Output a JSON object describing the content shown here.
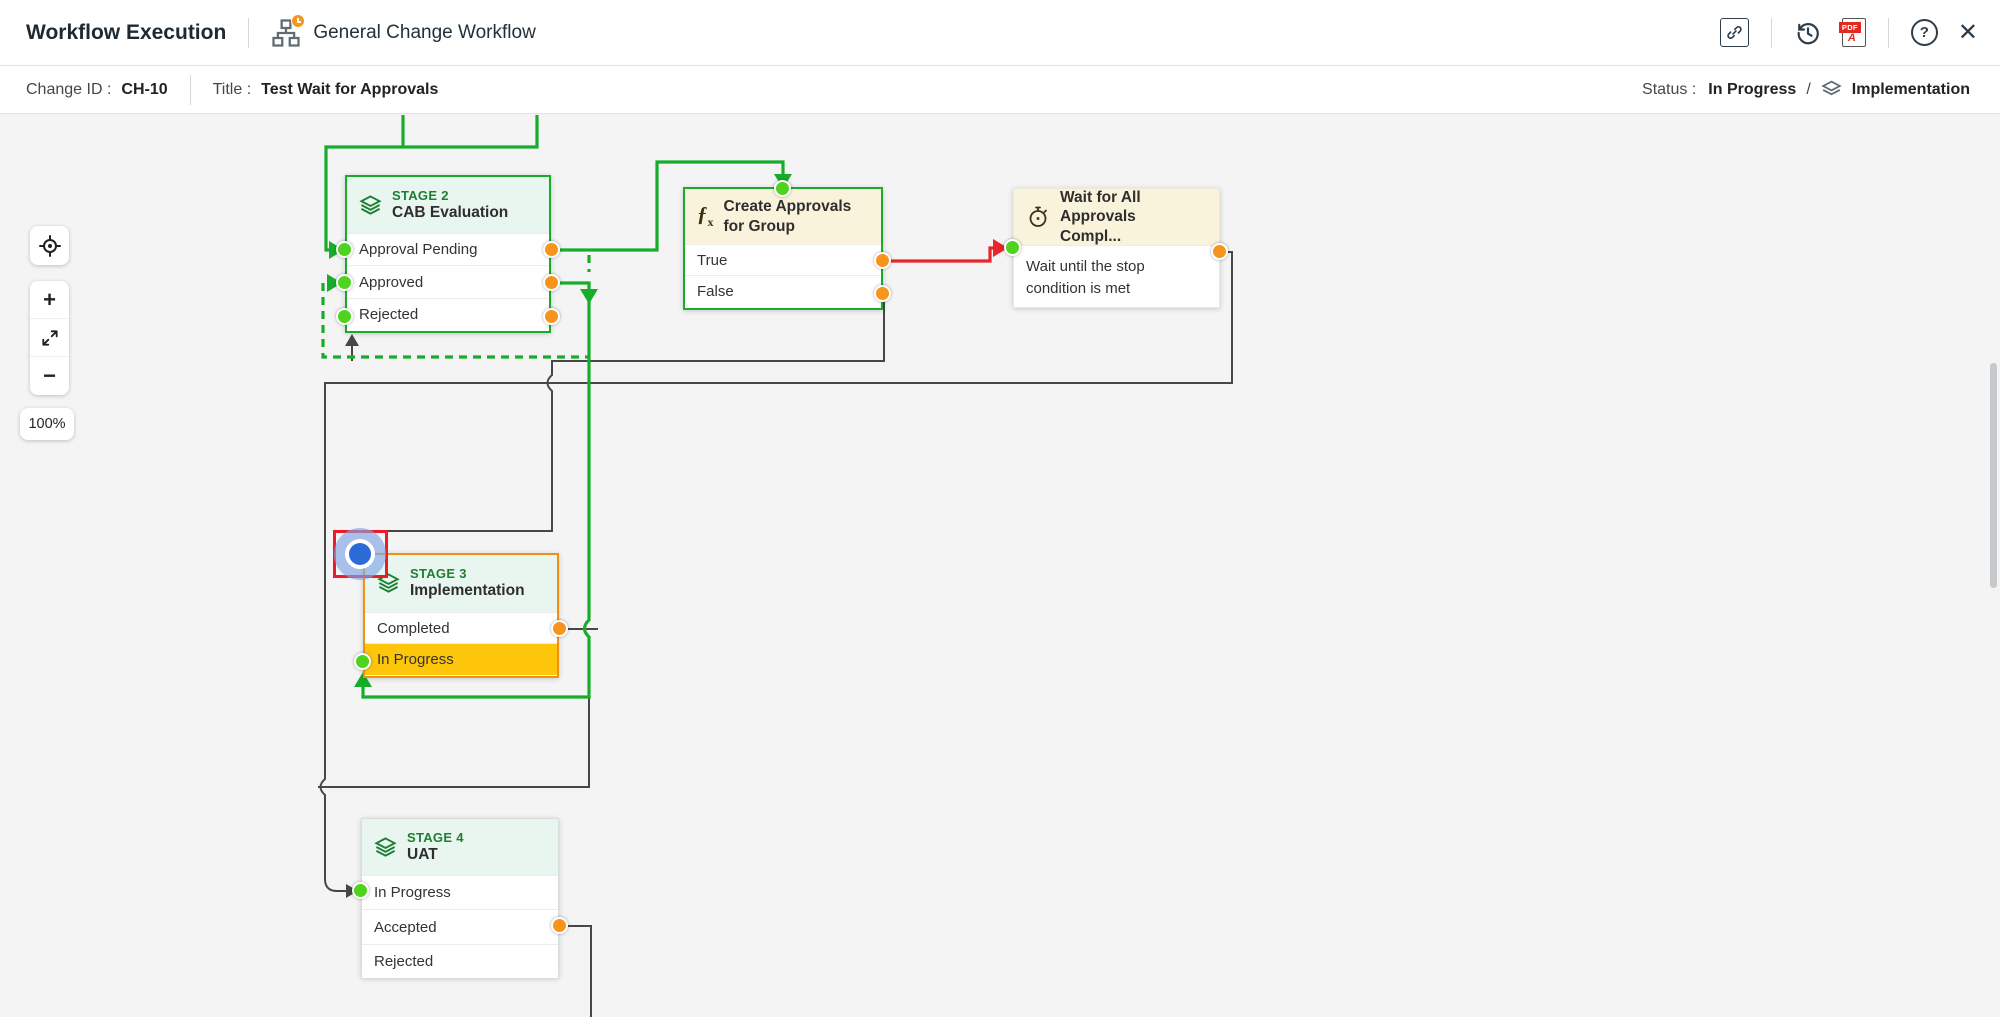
{
  "header": {
    "title": "Workflow Execution",
    "workflow_name": "General Change Workflow",
    "icons": {
      "link": "link-icon",
      "history": "history-icon",
      "pdf_label": "PDF",
      "pdf_a": "A",
      "help": "?",
      "close": "✕"
    }
  },
  "info_bar": {
    "change_id_label": "Change ID :",
    "change_id": "CH-10",
    "title_label": "Title :",
    "title_value": "Test Wait for Approvals",
    "status_label": "Status :",
    "status_value": "In Progress",
    "status_divider": "/",
    "status_stage": "Implementation"
  },
  "zoom_controls": {
    "zoom_in": "+",
    "zoom_out": "−",
    "zoom_level": "100%"
  },
  "nodes": {
    "stage2": {
      "badge": "STAGE 2",
      "name": "CAB Evaluation",
      "rows": [
        "Approval Pending",
        "Approved",
        "Rejected"
      ]
    },
    "create_approvals": {
      "name": "Create Approvals for Group",
      "rows": [
        "True",
        "False"
      ]
    },
    "wait": {
      "name": "Wait for All Approvals Compl...",
      "description": "Wait until the stop condition is met"
    },
    "stage3": {
      "badge": "STAGE 3",
      "name": "Implementation",
      "rows": [
        "Completed",
        "In Progress"
      ]
    },
    "stage4": {
      "badge": "STAGE 4",
      "name": "UAT",
      "rows": [
        "In Progress",
        "Accepted",
        "Rejected"
      ]
    }
  },
  "colors": {
    "connector_green": "#17ad2b",
    "connector_red": "#e8252a",
    "connector_black": "#474747",
    "dot_green": "#4ed31f",
    "dot_orange": "#f7941e",
    "stage_border_orange": "#f29111",
    "active_row_yellow": "#fdc60a",
    "header_mint": "#e9f5ef",
    "header_cream": "#faf3dc",
    "marker_red": "#ea1c25",
    "marker_blue": "#2b6bd8"
  }
}
